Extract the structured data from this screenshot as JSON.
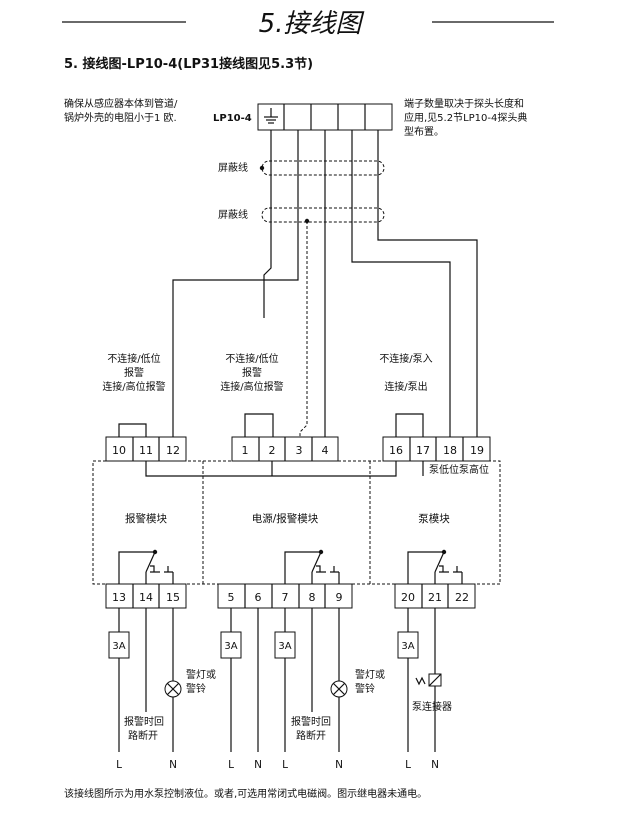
{
  "header": {
    "title": "5.接线图",
    "subtitle": "5. 接线图-LP10-4(LP31接线图见5.3节)"
  },
  "notes": {
    "left_line1": "确保从感应器本体到管道/",
    "left_line2": "锅炉外壳的电阻小于1 欧.",
    "right_line1": "端子数量取决于探头长度和",
    "right_line2": "应用,见5.2节LP10-4探头典",
    "right_line3": "型布置。"
  },
  "probe": {
    "label": "LP10-4"
  },
  "shield": {
    "label1": "屏蔽线",
    "label2": "屏蔽线"
  },
  "group_labels": {
    "g1_line1": "不连接/低位",
    "g1_line2": "报警",
    "g1_line3": "连接/高位报警",
    "g2_line1": "不连接/低位",
    "g2_line2": "报警",
    "g2_line3": "连接/高位报警",
    "g3_line1": "不连接/泵入",
    "g3_line2": "连接/泵出"
  },
  "top_terminals": {
    "left": [
      "10",
      "11",
      "12"
    ],
    "middle": [
      "1",
      "2",
      "3",
      "4"
    ],
    "right": [
      "16",
      "17",
      "18",
      "19"
    ]
  },
  "pump_level_label": "泵低位泵高位",
  "modules": {
    "alarm": "报警模块",
    "power_alarm": "电源/报警模块",
    "pump": "泵模块"
  },
  "bottom_terminals": {
    "left": [
      "13",
      "14",
      "15"
    ],
    "middle": [
      "5",
      "6",
      "7",
      "8",
      "9"
    ],
    "right": [
      "20",
      "21",
      "22"
    ]
  },
  "fuse_label": "3A",
  "loads": {
    "lamp1_line1": "警灯或",
    "lamp1_line2": "警铃",
    "lamp2_line1": "警灯或",
    "lamp2_line2": "警铃",
    "pump_contactor": "泵连接器"
  },
  "break_notes": {
    "n1_line1": "报警时回",
    "n1_line2": "路断开",
    "n2_line1": "报警时回",
    "n2_line2": "路断开"
  },
  "line_labels": {
    "L": "L",
    "N": "N"
  },
  "footer": "该接线图所示为用水泵控制液位。或者,可选用常闭式电磁阀。图示继电器未通电。"
}
